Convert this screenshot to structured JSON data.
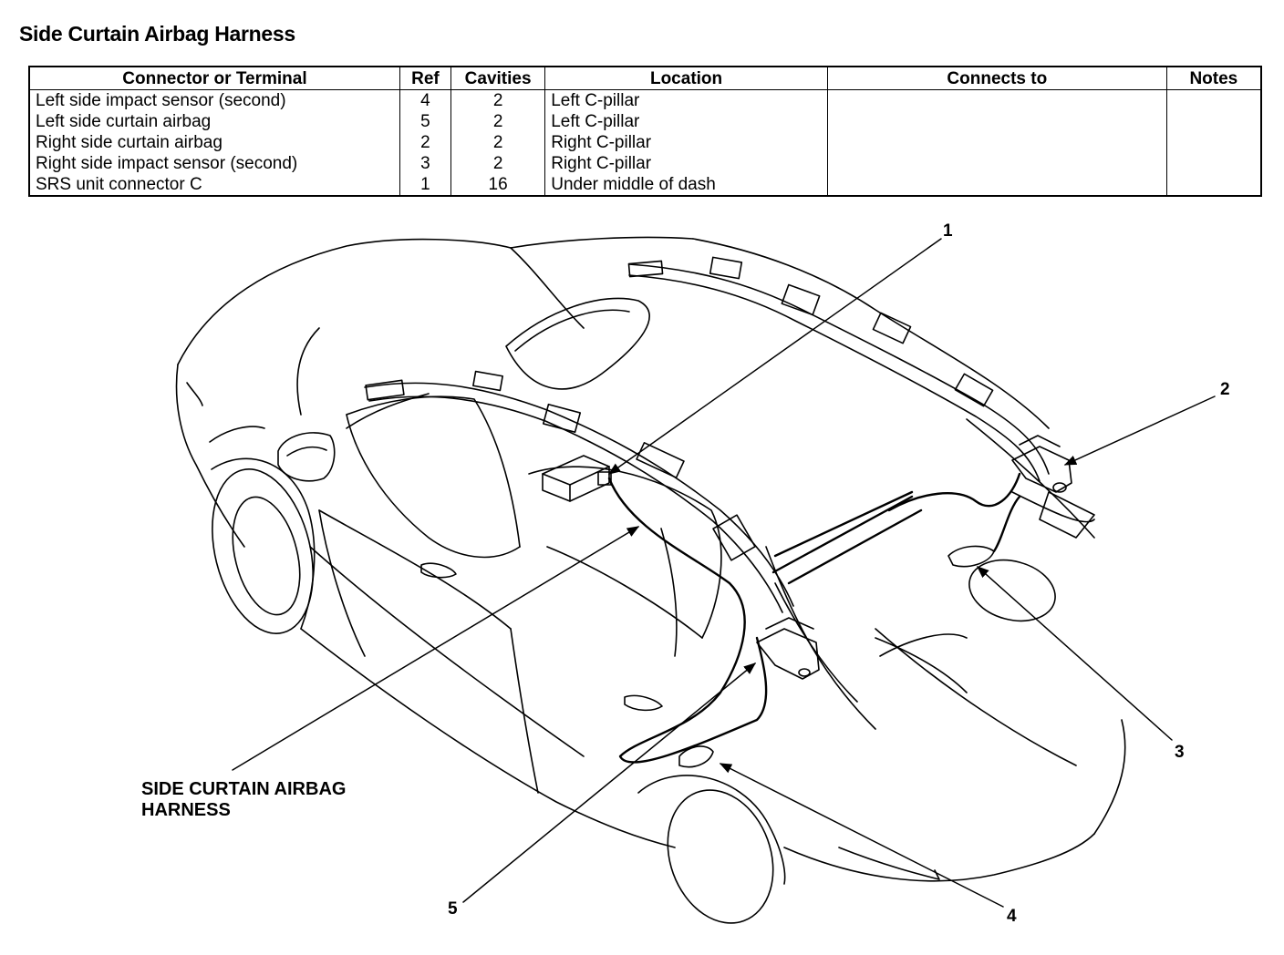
{
  "title": "Side Curtain Airbag Harness",
  "table": {
    "headers": [
      "Connector or Terminal",
      "Ref",
      "Cavities",
      "Location",
      "Connects to",
      "Notes"
    ],
    "rows": [
      {
        "connector": "Left side impact sensor (second)",
        "ref": "4",
        "cavities": "2",
        "location": "Left C-pillar",
        "connects_to": "",
        "notes": ""
      },
      {
        "connector": "Left side curtain airbag",
        "ref": "5",
        "cavities": "2",
        "location": "Left C-pillar",
        "connects_to": "",
        "notes": ""
      },
      {
        "connector": "Right side curtain airbag",
        "ref": "2",
        "cavities": "2",
        "location": "Right C-pillar",
        "connects_to": "",
        "notes": ""
      },
      {
        "connector": "Right side impact sensor (second)",
        "ref": "3",
        "cavities": "2",
        "location": "Right C-pillar",
        "connects_to": "",
        "notes": ""
      },
      {
        "connector": "SRS unit connector C",
        "ref": "1",
        "cavities": "16",
        "location": "Under middle of dash",
        "connects_to": "",
        "notes": ""
      }
    ]
  },
  "diagram": {
    "harness_label_line1": "SIDE CURTAIN AIRBAG",
    "harness_label_line2": "HARNESS",
    "callouts": [
      "1",
      "2",
      "3",
      "4",
      "5"
    ]
  }
}
